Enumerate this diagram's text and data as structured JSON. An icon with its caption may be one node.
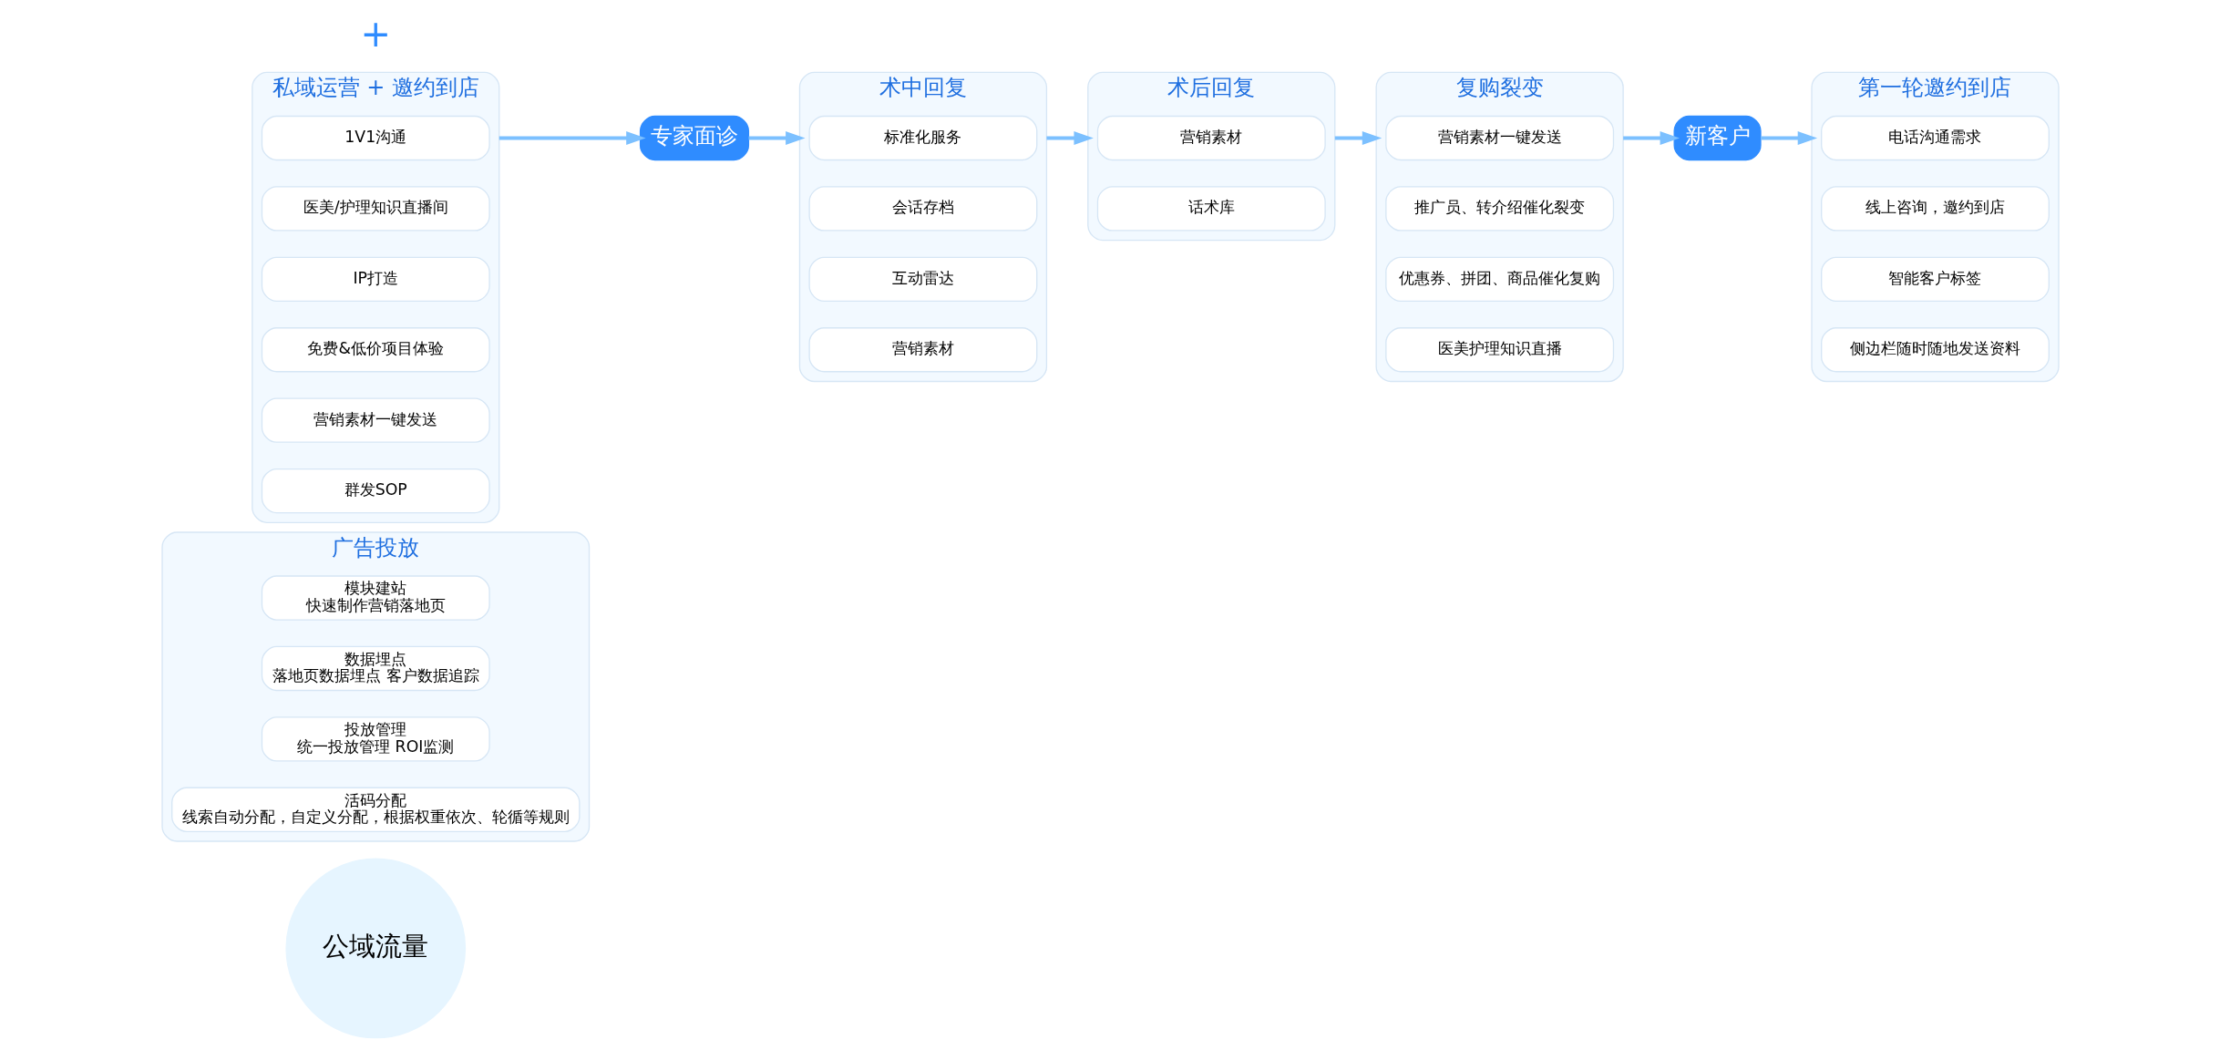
{
  "diagram": {
    "nodes": [
      {
        "text": [
          "公域流量"
        ]
      },
      {
        "text": [
          "广告投放"
        ]
      },
      {
        "text": [
          "模块建站",
          "快速制作营销落地页"
        ],
        "in": 1
      },
      {
        "text": [
          "数据埋点",
          "落地页数据埋点 客户数据追踪"
        ],
        "in": 1
      },
      {
        "text": [
          "投放管理",
          "统一投放管理 ROI监测"
        ],
        "in": 1
      },
      {
        "text": [
          "活码分配",
          "线索自动分配，自定义分配，根据权重依次、轮循等规则"
        ],
        "in": 1
      },
      {
        "text": [
          "新客户"
        ]
      },
      {
        "text": [
          "第一轮邀约到店"
        ]
      },
      {
        "text": [
          "电话沟通需求"
        ],
        "in": 7
      },
      {
        "text": [
          "线上咨询，邀约到店"
        ],
        "in": 7
      },
      {
        "text": [
          "智能客户标签"
        ],
        "in": 7
      },
      {
        "text": [
          "侧边栏随时随地发送资料"
        ],
        "in": 7
      },
      {
        "text": [
          "私域运营 + 邀约到店"
        ]
      },
      {
        "text": [
          "1V1沟通"
        ],
        "in": 12
      },
      {
        "text": [
          "医美/护理知识直播间"
        ],
        "in": 12
      },
      {
        "text": [
          "IP打造"
        ],
        "in": 12
      },
      {
        "text": [
          "免费&低价项目体验"
        ],
        "in": 12
      },
      {
        "text": [
          "营销素材一键发送"
        ],
        "in": 12
      },
      {
        "text": [
          "群发SOP"
        ],
        "in": 12
      },
      {
        "text": [
          "专家面诊"
        ]
      },
      {
        "text": [
          "术中回复"
        ]
      },
      {
        "text": [
          "标准化服务"
        ],
        "in": 20
      },
      {
        "text": [
          "会话存档"
        ],
        "in": 20
      },
      {
        "text": [
          "互动雷达"
        ],
        "in": 20
      },
      {
        "text": [
          "营销素材"
        ],
        "in": 20
      },
      {
        "text": [
          "术后回复"
        ]
      },
      {
        "text": [
          "营销素材"
        ],
        "in": 25
      },
      {
        "text": [
          "话术库"
        ],
        "in": 25
      },
      {
        "text": [
          "复购裂变"
        ]
      },
      {
        "text": [
          "营销素材一键发送"
        ],
        "in": 28
      },
      {
        "text": [
          "推广员、转介绍催化裂变"
        ],
        "in": 28
      },
      {
        "text": [
          "优惠券、拼团、商品催化复购"
        ],
        "in": 28
      },
      {
        "text": [
          "医美护理知识直播"
        ],
        "in": 28
      }
    ],
    "edges": [
      {
        "from": 6,
        "to": 7,
        "arrow": "to"
      },
      {
        "from": 12,
        "to": 19,
        "arrow": "to"
      },
      {
        "from": 19,
        "to": 20,
        "arrow": "to"
      },
      {
        "from": 20,
        "to": 25,
        "arrow": "to"
      },
      {
        "from": 25,
        "to": 28,
        "arrow": "to"
      },
      {
        "from": 28,
        "to": 6,
        "arrow": "to"
      }
    ],
    "labels": [
      "+"
    ]
  }
}
